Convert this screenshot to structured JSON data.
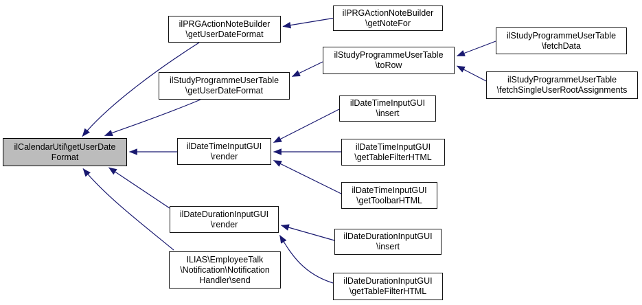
{
  "diagram": {
    "type": "doxygen-caller-graph",
    "background_color": "#ffffff",
    "edge_color": "#191970",
    "node_border_color": "#141414",
    "current_node_fill": "#bcbcbc",
    "nodes": [
      {
        "id": "ilCalendarUtil\\getUserDateFormat",
        "current": true,
        "lines": [
          "ilCalendarUtil\\getUserDate",
          "Format"
        ]
      },
      {
        "id": "ilPRGActionNoteBuilder\\getUserDateFormat",
        "current": false,
        "lines": [
          "ilPRGActionNoteBuilder",
          "\\getUserDateFormat"
        ]
      },
      {
        "id": "ilPRGActionNoteBuilder\\getNoteFor",
        "current": false,
        "lines": [
          "ilPRGActionNoteBuilder",
          "\\getNoteFor"
        ]
      },
      {
        "id": "ilStudyProgrammeUserTable\\getUserDateFormat",
        "current": false,
        "lines": [
          "ilStudyProgrammeUserTable",
          "\\getUserDateFormat"
        ]
      },
      {
        "id": "ilStudyProgrammeUserTable\\toRow",
        "current": false,
        "lines": [
          "ilStudyProgrammeUserTable",
          "\\toRow"
        ]
      },
      {
        "id": "ilStudyProgrammeUserTable\\fetchData",
        "current": false,
        "lines": [
          "ilStudyProgrammeUserTable",
          "\\fetchData"
        ]
      },
      {
        "id": "ilStudyProgrammeUserTable\\fetchSingleUserRootAssignments",
        "current": false,
        "lines": [
          "ilStudyProgrammeUserTable",
          "\\fetchSingleUserRootAssignments"
        ]
      },
      {
        "id": "ilDateTimeInputGUI\\render",
        "current": false,
        "lines": [
          "ilDateTimeInputGUI",
          "\\render"
        ]
      },
      {
        "id": "ilDateTimeInputGUI\\insert",
        "current": false,
        "lines": [
          "ilDateTimeInputGUI",
          "\\insert"
        ]
      },
      {
        "id": "ilDateTimeInputGUI\\getTableFilterHTML",
        "current": false,
        "lines": [
          "ilDateTimeInputGUI",
          "\\getTableFilterHTML"
        ]
      },
      {
        "id": "ilDateTimeInputGUI\\getToolbarHTML",
        "current": false,
        "lines": [
          "ilDateTimeInputGUI",
          "\\getToolbarHTML"
        ]
      },
      {
        "id": "ilDateDurationInputGUI\\render",
        "current": false,
        "lines": [
          "ilDateDurationInputGUI",
          "\\render"
        ]
      },
      {
        "id": "ilDateDurationInputGUI\\insert",
        "current": false,
        "lines": [
          "ilDateDurationInputGUI",
          "\\insert"
        ]
      },
      {
        "id": "ilDateDurationInputGUI\\getTableFilterHTML",
        "current": false,
        "lines": [
          "ilDateDurationInputGUI",
          "\\getTableFilterHTML"
        ]
      },
      {
        "id": "ILIAS\\EmployeeTalk\\Notification\\NotificationHandler\\send",
        "current": false,
        "lines": [
          "ILIAS\\EmployeeTalk",
          "\\Notification\\Notification",
          "Handler\\send"
        ]
      }
    ],
    "edges": [
      {
        "from": "ilPRGActionNoteBuilder\\getNoteFor",
        "to": "ilPRGActionNoteBuilder\\getUserDateFormat"
      },
      {
        "from": "ilPRGActionNoteBuilder\\getUserDateFormat",
        "to": "ilCalendarUtil\\getUserDateFormat"
      },
      {
        "from": "ilStudyProgrammeUserTable\\fetchData",
        "to": "ilStudyProgrammeUserTable\\toRow"
      },
      {
        "from": "ilStudyProgrammeUserTable\\fetchSingleUserRootAssignments",
        "to": "ilStudyProgrammeUserTable\\toRow"
      },
      {
        "from": "ilStudyProgrammeUserTable\\toRow",
        "to": "ilStudyProgrammeUserTable\\getUserDateFormat"
      },
      {
        "from": "ilStudyProgrammeUserTable\\getUserDateFormat",
        "to": "ilCalendarUtil\\getUserDateFormat"
      },
      {
        "from": "ilDateTimeInputGUI\\insert",
        "to": "ilDateTimeInputGUI\\render"
      },
      {
        "from": "ilDateTimeInputGUI\\getTableFilterHTML",
        "to": "ilDateTimeInputGUI\\render"
      },
      {
        "from": "ilDateTimeInputGUI\\getToolbarHTML",
        "to": "ilDateTimeInputGUI\\render"
      },
      {
        "from": "ilDateTimeInputGUI\\render",
        "to": "ilCalendarUtil\\getUserDateFormat"
      },
      {
        "from": "ilDateDurationInputGUI\\insert",
        "to": "ilDateDurationInputGUI\\render"
      },
      {
        "from": "ilDateDurationInputGUI\\getTableFilterHTML",
        "to": "ilDateDurationInputGUI\\render"
      },
      {
        "from": "ilDateDurationInputGUI\\render",
        "to": "ilCalendarUtil\\getUserDateFormat"
      },
      {
        "from": "ILIAS\\EmployeeTalk\\Notification\\NotificationHandler\\send",
        "to": "ilCalendarUtil\\getUserDateFormat"
      }
    ]
  }
}
